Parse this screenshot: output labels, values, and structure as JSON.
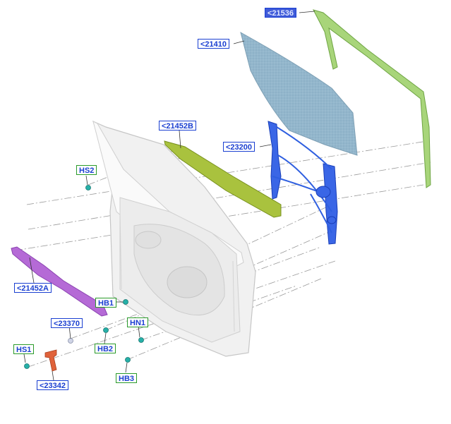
{
  "callouts": {
    "c21536": "<21536",
    "c21410": "<21410",
    "c21452b": "<21452B",
    "c23200": "<23200",
    "hs2": "HS2",
    "c21452a": "<21452A",
    "hb1": "HB1",
    "c23370": "<23370",
    "hn1": "HN1",
    "hs1": "HS1",
    "hb2": "HB2",
    "hb3": "HB3",
    "c23342": "<23342"
  },
  "colors": {
    "callout_blue": "#1a3fd1",
    "callout_green_border": "#2a9a2a",
    "highlight": "#3f5bd9",
    "glass": "#8fb2c8",
    "weatherstrip_green": "#9ccf6a",
    "belt_molding": "#a7c43a",
    "regulator": "#2f5fe0",
    "belt_outer": "#b56ad6",
    "clip_orange": "#e0623a",
    "fastener": "#26b0a8"
  }
}
